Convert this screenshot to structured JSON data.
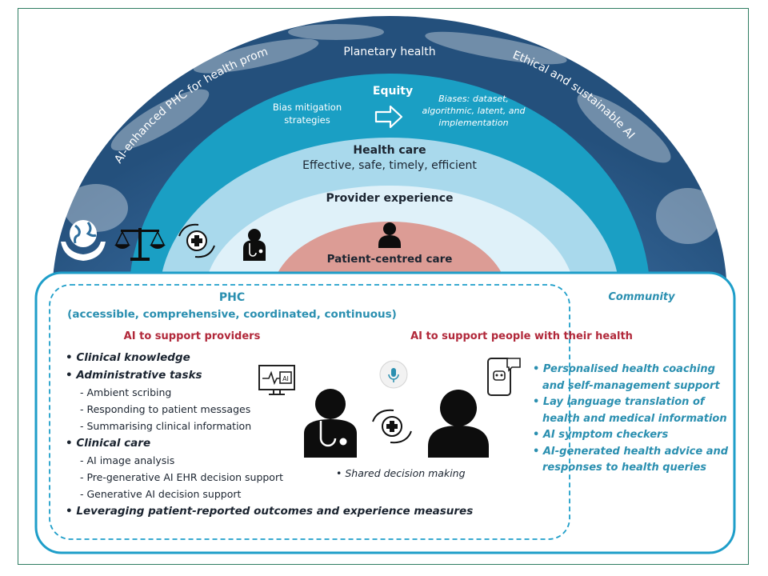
{
  "rings": {
    "outer": "Planetary health",
    "left_arc": "AI-enhanced PHC for health promotion and prevention",
    "right_arc": "Ethical and sustainable AI",
    "equity": {
      "title": "Equity",
      "left_lines": [
        "Bias mitigation",
        "strategies"
      ],
      "right_lines": [
        "Biases: dataset,",
        "algorithmic, latent, and",
        "implementation"
      ]
    },
    "health_care": {
      "title": "Health care",
      "subtitle": "Effective, safe, timely, efficient"
    },
    "provider_experience": "Provider experience",
    "patient_centred_care": "Patient-centred care"
  },
  "phc": {
    "title": "PHC",
    "subtitle": "(accessible, comprehensive, coordinated, continuous)",
    "community": "Community"
  },
  "providers": {
    "heading": "AI to support providers",
    "items": [
      {
        "text": "Clinical knowledge",
        "level": 1
      },
      {
        "text": "Administrative tasks",
        "level": 1
      },
      {
        "text": "Ambient scribing",
        "level": 2
      },
      {
        "text": "Responding to patient messages",
        "level": 2
      },
      {
        "text": "Summarising clinical information",
        "level": 2
      },
      {
        "text": "Clinical care",
        "level": 1
      },
      {
        "text": "AI image analysis",
        "level": 2
      },
      {
        "text": "Pre-generative AI EHR decision support",
        "level": 2
      },
      {
        "text": "Generative AI decision support",
        "level": 2
      },
      {
        "text": "Leveraging patient-reported outcomes and experience measures",
        "level": 1
      }
    ]
  },
  "people": {
    "heading": "AI to support people with their health",
    "items": [
      {
        "text": "Personalised health coaching",
        "cont": false
      },
      {
        "text": "and self-management support",
        "cont": true
      },
      {
        "text": "Lay language translation of",
        "cont": false
      },
      {
        "text": "health and medical information",
        "cont": true
      },
      {
        "text": "AI symptom checkers",
        "cont": false
      },
      {
        "text": "AI-generated health advice and",
        "cont": false
      },
      {
        "text": "responses to health queries",
        "cont": true
      }
    ]
  },
  "center": {
    "shared_decision": "Shared decision making",
    "monitor_badge": "AI"
  },
  "colors": {
    "ring_equity": "#1a9fc4",
    "ring_health_care": "#a9d9ec",
    "ring_provider": "#dff1f9",
    "ring_patient": "#dc9c95",
    "box_border": "#1e9ec9",
    "text_blue": "#2a8fb0",
    "text_red": "#b1283a",
    "globe": "#2f6f9e"
  },
  "icons": [
    "globe-hands-icon",
    "scales-icon",
    "hands-medical-icon",
    "doctor-icon",
    "patient-icon",
    "monitor-ai-icon",
    "microphone-icon",
    "phone-chatbot-icon",
    "large-doctor-icon",
    "large-person-icon"
  ]
}
